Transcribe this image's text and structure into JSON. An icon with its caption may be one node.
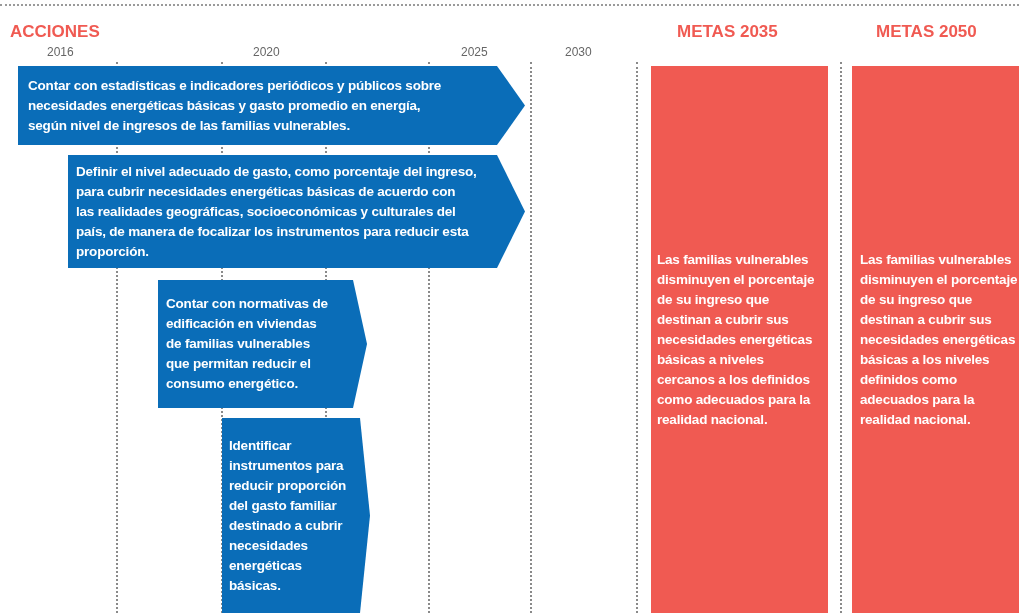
{
  "diagram": {
    "nodes": [
      {
        "text": [
          "Contar con estadísticas e indicadores periódicos y públicos sobre necesidades energéticas básicas y gasto promedio en energía, según nivel de ingresos de las familias vulnerables."
        ]
      },
      {
        "text": [
          "Definir el nivel adecuado de gasto, como porcentaje del ingreso, para cubrir necesidades energéticas básicas de acuerdo con las realidades geográficas, socioeconómicas y culturales del país, de manera de focalizar los instrumentos para reducir esta proporción."
        ]
      },
      {
        "text": [
          "Contar con normativas de edificación en viviendas de familias vulnerables que permitan reducir el consumo energético."
        ]
      },
      {
        "text": [
          "Identificar instrumentos para reducir proporción del gasto familiar destinado a cubrir necesidades energéticas básicas."
        ]
      },
      {
        "text": [
          "Las familias vulnerables disminuyen el porcentaje de su ingreso que destinan a cubrir sus necesidades energéticas básicas a niveles cercanos a los definidos como adecuados para la realidad nacional."
        ]
      },
      {
        "text": [
          "Las familias vulnerables disminuyen el porcentaje de su ingreso que destinan a cubrir sus necesidades energéticas básicas a los niveles definidos como adecuados para la realidad nacional."
        ]
      }
    ],
    "labels": [
      "ACCIONES",
      "METAS 2035",
      "METAS 2050",
      "2016",
      "2020",
      "2025",
      "2030"
    ]
  }
}
